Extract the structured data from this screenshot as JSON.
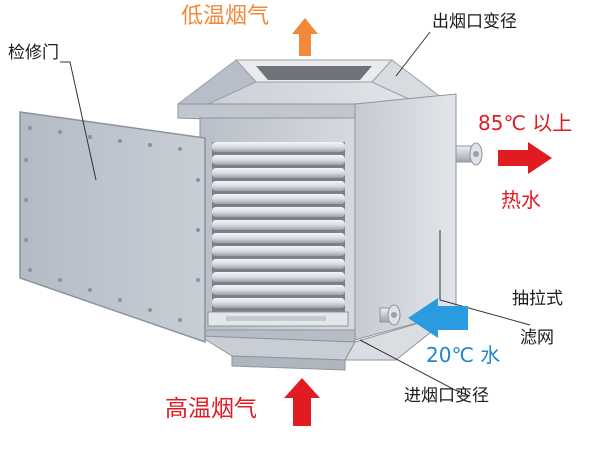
{
  "labels": {
    "exhaust_out": "低温烟气",
    "outlet_reducer": "出烟口变径",
    "access_door": "检修门",
    "hot_water_temp": "85℃ 以上",
    "hot_water": "热水",
    "filter_line1": "抽拉式",
    "filter_line2": "滤网",
    "cold_water": "20℃ 水",
    "flue_gas_in": "高温烟气",
    "inlet_reducer": "进烟口变径"
  },
  "colors": {
    "exhaust_arrow": "#f08a3a",
    "hot_arrow": "#e11b22",
    "cold_arrow": "#2b9be0",
    "inlet_arrow": "#e11b22"
  }
}
